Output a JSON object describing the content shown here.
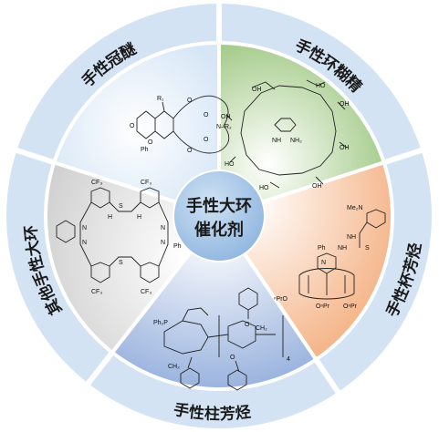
{
  "center": {
    "line1": "手性大环",
    "line2": "催化剂"
  },
  "segments": [
    {
      "id": "crown-ether",
      "label": "手性冠醚"
    },
    {
      "id": "cyclodextrin",
      "label": "手性环糊精"
    },
    {
      "id": "calixarene",
      "label": "手性杯芳烃"
    },
    {
      "id": "pillararene",
      "label": "手性柱芳烃"
    },
    {
      "id": "other",
      "label": "其他手性大环"
    }
  ],
  "structures": {
    "crown": {
      "r1": "R₁",
      "r2": "N–R₂",
      "ph": "Ph",
      "o": "O"
    },
    "cyclodextrin": {
      "oh": "OH",
      "ho": "HO",
      "nh": "NH",
      "nh2": "NH₂"
    },
    "calixarene": {
      "nme2": "Me₂N",
      "nh": "NH",
      "s": "S",
      "ph": "Ph",
      "n": "N",
      "opr": "ⁿPrO",
      "opr2": "OⁿPr"
    },
    "pillararene": {
      "ph2p": "Ph₂P",
      "ch2": "CH₂",
      "o": "O",
      "n4": "4"
    },
    "other": {
      "cf3": "CF₃",
      "n": "N",
      "h": "H",
      "s": "S",
      "ph": "Ph"
    }
  },
  "colors": {
    "outer": "#d7e6f6",
    "crown": "#deebf7",
    "cyclodextrin": "#a8d08d",
    "calixarene": "#f8cbad",
    "pillararene": "#b4c7e7",
    "other": "#d9d9d9",
    "center": "#9dc3e6"
  }
}
